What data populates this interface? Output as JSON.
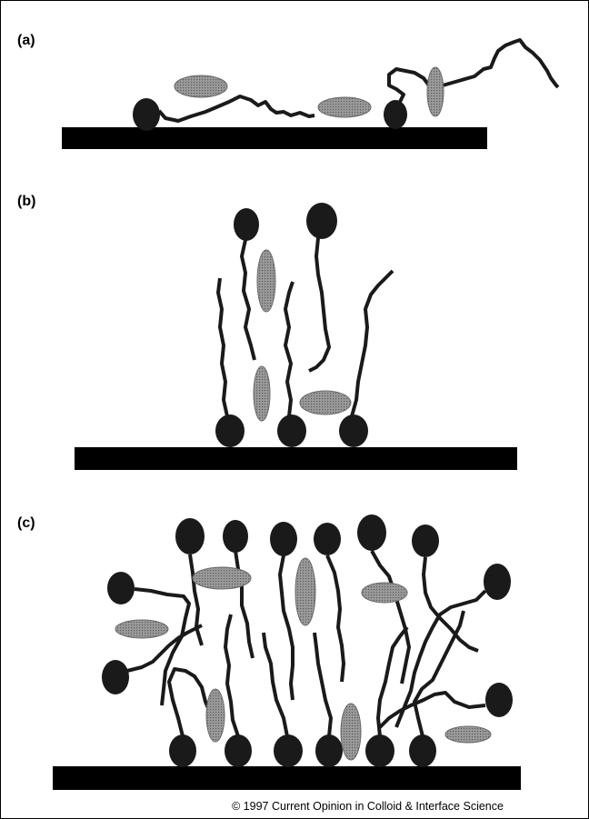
{
  "panels": [
    {
      "label": "(a)"
    },
    {
      "label": "(b)"
    },
    {
      "label": "(c)"
    }
  ],
  "copyright": "© 1997 Current Opinion in Colloid & Interface Science",
  "colors": {
    "substrate": "#000000",
    "headgroup": "#1a1a1a",
    "chain": "#1a1a1a",
    "guest_molecule": "#8c8c8c",
    "background": "#ffffff"
  }
}
